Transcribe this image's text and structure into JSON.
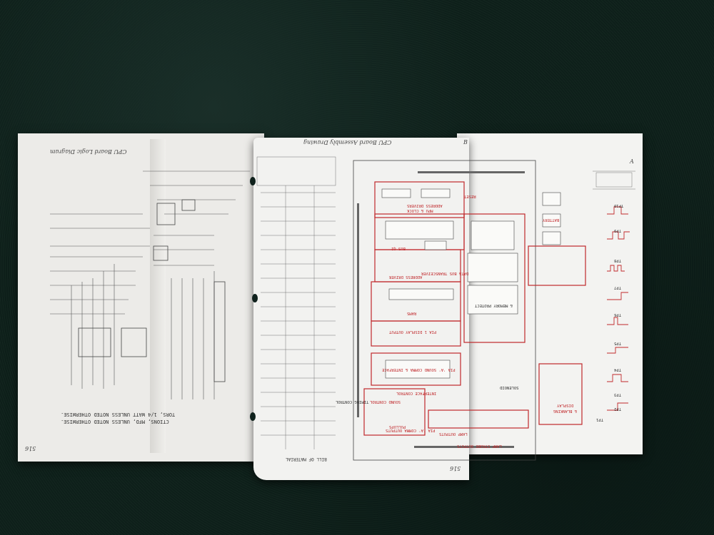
{
  "scene": {
    "left_page_title": "CPU Board Logic Diagram",
    "left_page_number": "516",
    "middle_page_title": "CPU Board Assembly Drawing",
    "middle_page_number": "516",
    "middle_page_letter": "B",
    "right_page_letter": "A",
    "note_text": "TORS, 1/4 WATT UNLESS NOTED OTHERWISE.",
    "note_text2": "CTIONS, MFD, UNLESS NOTED OTHERWISE.",
    "bill_title": "BILL OF MATERIAL",
    "board_labels": {
      "address_drivers": "ADDRESS DRIVERS",
      "mpu_clock": "MPU & CLOCK",
      "bus_q2": "BUS Q2",
      "data_bus": "DATA BUS TRANSCEIVER",
      "address_driver": "ADDRESS DRIVER",
      "rams": "RAMS",
      "pia1": "PIA 1 DISPLAY OUTPUT",
      "pia_sound": "PIA 'A' SOUND COMMA & INTERFACE",
      "interface": "INTERFACE CONTROL",
      "sound_control": "SOUND CONTROL",
      "pia_comma": "PIA 'A' COMMA OUTPUTS",
      "pullups": "PULLUPS",
      "lamp_outputs": "LAMP OUTPUTS",
      "lamp_strobe": "LAMP STROBE OUTPUTS",
      "display": "DISPLAY",
      "blanking": "& BLANKING",
      "battery": "BATTERY",
      "reset": "RESET",
      "solenoid": "SOLENOID",
      "timing": "TIMING CONTROL",
      "memory": "& MEMORY PROTECT"
    },
    "test_points": [
      "TP1",
      "TP2",
      "TP3",
      "TP4",
      "TP5",
      "TP6",
      "TP7",
      "TP8",
      "TP9",
      "TP10"
    ]
  }
}
